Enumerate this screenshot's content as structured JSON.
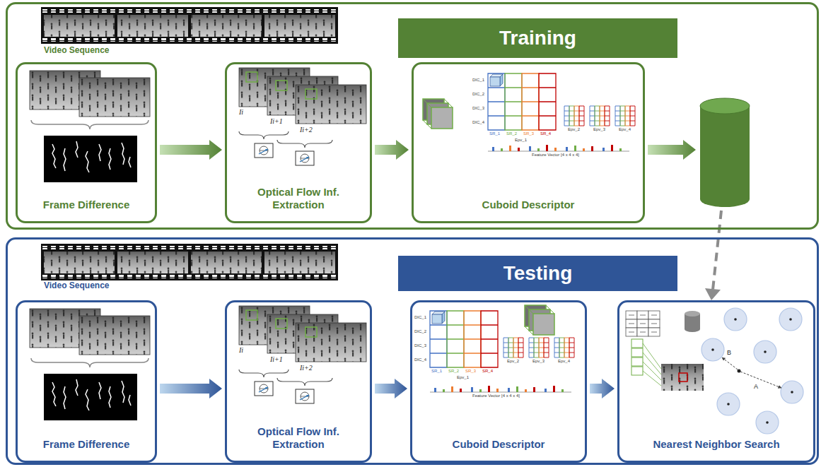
{
  "diagram": {
    "nodes": [
      {
        "text": [
          "Video Sequence"
        ]
      },
      {
        "text": [
          "Training"
        ],
        "in": 0
      },
      {
        "text": [
          "Frame Difference"
        ],
        "in": 0
      },
      {
        "text": [
          "Optical Flow Inf. Extraction"
        ],
        "in": 0
      },
      {
        "text": [
          "Cuboid Descriptor"
        ],
        "in": 0
      },
      {
        "text": [
          "Video Sequence"
        ]
      },
      {
        "text": [
          "Testing"
        ],
        "in": 5
      },
      {
        "text": [
          "Frame Difference"
        ],
        "in": 5
      },
      {
        "text": [
          "Optical Flow Inf. Extraction"
        ],
        "in": 5
      },
      {
        "text": [
          "Cuboid Descriptor"
        ],
        "in": 5
      },
      {
        "text": [
          "Nearest Neighbor Search"
        ],
        "in": 5
      }
    ],
    "edges": [
      {
        "from": 2,
        "to": 3,
        "arrow": "to"
      },
      {
        "from": 3,
        "to": 4,
        "arrow": "to"
      },
      {
        "from": 7,
        "to": 8,
        "arrow": "to"
      },
      {
        "from": 8,
        "to": 9,
        "arrow": "to"
      },
      {
        "from": 9,
        "to": 10,
        "arrow": "to"
      }
    ],
    "labels": [
      "Ii",
      "Ii+1",
      "Ii+2",
      "DIC_1",
      "DIC_2",
      "DIC_3",
      "DIC_4",
      "SR_1",
      "SR_2",
      "SR_3",
      "SR_4",
      "Epv_1",
      "Epv_2",
      "Epv_3",
      "Epv_4",
      "Feature Vector [4 x 4 x 4]",
      "Ii",
      "Ii+1",
      "Ii+2",
      "DIC_1",
      "DIC_2",
      "DIC_3",
      "DIC_4",
      "SR_1",
      "SR_2",
      "SR_3",
      "SR_4",
      "Epv_1",
      "Epv_2",
      "Epv_3",
      "Epv_4",
      "Feature Vector [4 x 4 x 4]",
      "B",
      "A"
    ]
  }
}
